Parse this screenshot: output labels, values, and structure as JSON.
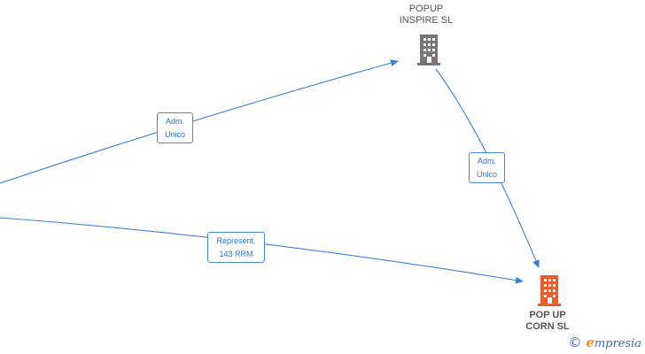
{
  "nodes": {
    "popup_inspire": {
      "label": "POPUP\nINSPIRE  SL",
      "color": "#777777"
    },
    "pop_up_corn": {
      "label": "POP UP\nCORN  SL",
      "color": "#f05a28"
    }
  },
  "edges": {
    "adm_unico_1": {
      "label": "Adm.\nUnico"
    },
    "adm_unico_2": {
      "label": "Adm.\nUnico"
    },
    "represent": {
      "label": "Represent.\n143 RRM"
    }
  },
  "colors": {
    "edge": "#3f7fd6",
    "label_text": "#2f6fc9"
  },
  "watermark": {
    "copyright_symbol": "©",
    "brand_initial": "e",
    "brand_rest": "mpresia"
  }
}
